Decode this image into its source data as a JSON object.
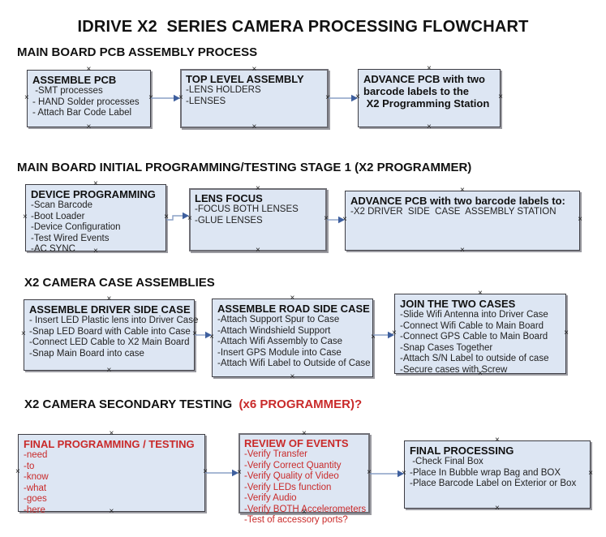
{
  "title": "IDRIVE X2  SERIES CAMERA PROCESSING FLOWCHART",
  "colors": {
    "box_fill": "#dde6f3",
    "box_border": "#3d3d44",
    "box_shadow": "#9b9ba1",
    "arrow_line": "#8aa0c6",
    "arrow_head": "#3e5f9e",
    "red_text": "#c92a2a",
    "black_text": "#111111"
  },
  "sections": [
    {
      "heading": "MAIN BOARD PCB ASSEMBLY PROCESS",
      "boxes": [
        {
          "title": "ASSEMBLE PCB",
          "items": [
            " -SMT processes",
            "- HAND Solder processes",
            "- Attach Bar Code Label"
          ]
        },
        {
          "title": "TOP LEVEL ASSEMBLY",
          "items": [
            "-LENS HOLDERS",
            "-LENSES"
          ]
        },
        {
          "title": "ADVANCE PCB with two",
          "items": [
            "barcode labels to the",
            " X2 Programming Station"
          ]
        }
      ]
    },
    {
      "heading": "MAIN BOARD INITIAL PROGRAMMING/TESTING STAGE 1 (X2 PROGRAMMER)",
      "boxes": [
        {
          "title": "DEVICE PROGRAMMING",
          "items": [
            "-Scan Barcode",
            "-Boot Loader",
            "-Device Configuration",
            "-Test Wired Events",
            "-AC SYNC"
          ]
        },
        {
          "title": "LENS FOCUS",
          "items": [
            "-FOCUS BOTH LENSES",
            "-GLUE LENSES"
          ]
        },
        {
          "title": "ADVANCE PCB with two barcode labels to:",
          "items": [
            "-X2 DRIVER  SIDE  CASE  ASSEMBLY STATION"
          ]
        }
      ]
    },
    {
      "heading": "X2 CAMERA CASE ASSEMBLIES",
      "boxes": [
        {
          "title": "ASSEMBLE DRIVER SIDE CASE",
          "items": [
            "- Insert LED Plastic lens into Driver Case",
            "-Snap LED Board with Cable into Case",
            "-Connect LED Cable to X2 Main Board",
            "-Snap Main Board into case"
          ]
        },
        {
          "title": "ASSEMBLE ROAD SIDE CASE",
          "items": [
            "-Attach Support Spur to Case",
            "-Attach Windshield Support",
            "-Attach Wifi Assembly to Case",
            "-Insert GPS Module into Case",
            "-Attach Wifi Label to Outside of Case"
          ]
        },
        {
          "title": "JOIN THE TWO CASES",
          "items": [
            "-Slide Wifi Antenna into Driver Case",
            "-Connect Wifi Cable to Main Board",
            "-Connect GPS Cable to Main Board",
            "-Snap Cases Together",
            "-Attach S/N Label to outside of case",
            "-Secure cases with Screw"
          ]
        }
      ]
    },
    {
      "heading": "X2 CAMERA SECONDARY TESTING",
      "heading_red": "  (x6 PROGRAMMER)?",
      "boxes": [
        {
          "title": "FINAL PROGRAMMING / TESTING",
          "items": [
            "-need",
            "-to",
            "-know",
            "-what",
            "-goes",
            "-here"
          ]
        },
        {
          "title": "REVIEW OF EVENTS",
          "items": [
            "-Verify Transfer",
            "-Verify Correct Quantity",
            "-Verify Quality of Video",
            "-Verify LEDs function",
            "-Verify Audio",
            "-Verify BOTH Accelerometers",
            "-Test of accessory ports?"
          ]
        },
        {
          "title": "FINAL PROCESSING",
          "items": [
            " -Check Final Box",
            "-Place In Bubble wrap Bag and BOX",
            "-Place Barcode Label on Exterior or Box"
          ]
        }
      ]
    }
  ]
}
